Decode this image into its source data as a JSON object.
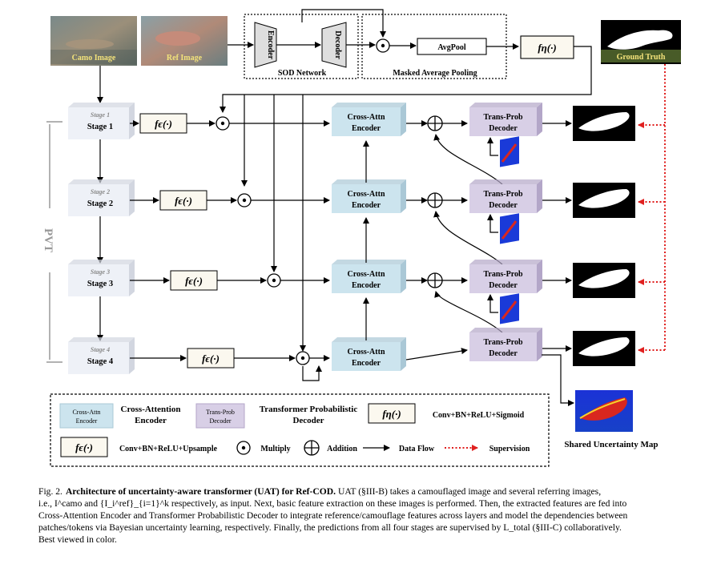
{
  "figure": {
    "images": {
      "camo": "Camo Image",
      "ref": "Ref Image",
      "ground_truth": "Ground Truth"
    },
    "sod": {
      "encoder": "Encoder",
      "decoder": "Decoder",
      "network": "SOD Network"
    },
    "masked_pooling": {
      "avgpool": "AvgPool",
      "label": "Masked Average Pooling"
    },
    "f_eta": "fη(·)",
    "f_eps": "fϵ(·)",
    "pvt": "PVT",
    "stages": [
      {
        "ghost": "Stage 1",
        "label": "Stage 1"
      },
      {
        "ghost": "Stage 2",
        "label": "Stage 2"
      },
      {
        "ghost": "Stage 3",
        "label": "Stage 3"
      },
      {
        "ghost": "Stage 4",
        "label": "Stage 4"
      }
    ],
    "cross_attn": [
      "Cross-Attn",
      "Encoder"
    ],
    "trans_prob": [
      "Trans-Prob",
      "Decoder"
    ],
    "shared_map": "Shared Uncertainty Map",
    "legend": {
      "cross_attn_box": [
        "Cross-Attn",
        "Encoder"
      ],
      "cross_attn_text": [
        "Cross-Attention",
        "Encoder"
      ],
      "trans_prob_box": [
        "Trans-Prob",
        "Decoder"
      ],
      "trans_prob_text": [
        "Transformer Probabilistic",
        "Decoder"
      ],
      "f_eta_desc": "Conv+BN+ReLU+Sigmoid",
      "f_eps_desc": "Conv+BN+ReLU+Upsample",
      "multiply": "Multiply",
      "addition": "Addition",
      "data_flow": "Data Flow",
      "supervision": "Supervision"
    },
    "colors": {
      "cross_attn_fill": "#cce4ee",
      "trans_prob_fill": "#d8cfe6",
      "stage_fill": "#eef1f7",
      "supervision": "#e0201f",
      "uncertainty_bg": "#1a3ad8"
    }
  },
  "caption": {
    "prefix": "Fig. 2.",
    "title": "Architecture of uncertainty-aware transformer (UAT) for Ref-COD.",
    "line1_rest": " UAT (§III-B) takes a camouflaged image and several referring images,",
    "line2": "i.e., I^camo and {I_i^ref}_{i=1}^k respectively, as input. Next, basic feature extraction on these images is performed. Then, the extracted features are fed into",
    "line3": "Cross-Attention Encoder and Transformer Probabilistic Decoder to integrate reference/camouflage features across layers and model the dependencies between",
    "line4": "patches/tokens via Bayesian uncertainty learning, respectively. Finally, the predictions from all four stages are supervised by L_total (§III-C) collaboratively.",
    "line5": "Best viewed in color."
  }
}
